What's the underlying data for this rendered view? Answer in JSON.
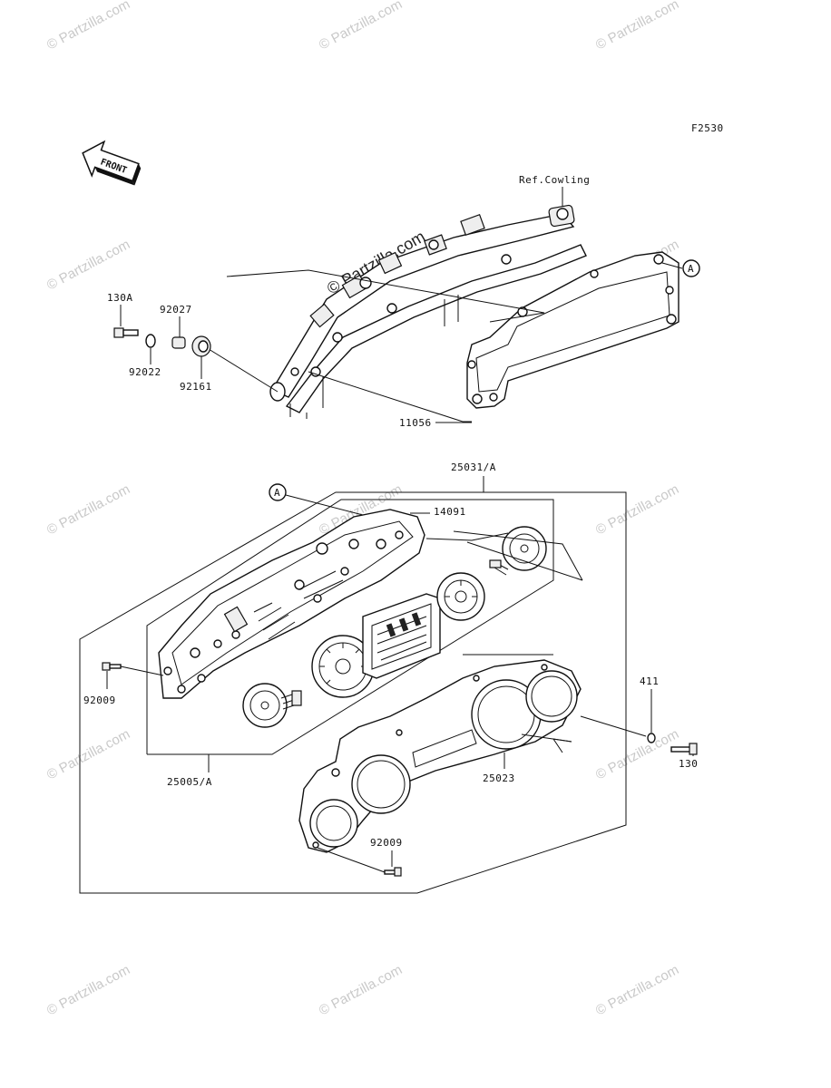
{
  "diagram": {
    "figure_code": "F2530",
    "front_arrow_label": "FRONT",
    "ref_label": "Ref.Cowling",
    "callout_a": "A",
    "brand_watermark": "© Partzilla.com",
    "parts": {
      "p130A": "130A",
      "p92027": "92027",
      "p92022": "92022",
      "p92161": "92161",
      "p11056": "11056",
      "p25031A": "25031/A",
      "p14091": "14091",
      "p92009a": "92009",
      "p411": "411",
      "p130": "130",
      "p25005A": "25005/A",
      "p25023": "25023",
      "p92009b": "92009"
    }
  }
}
